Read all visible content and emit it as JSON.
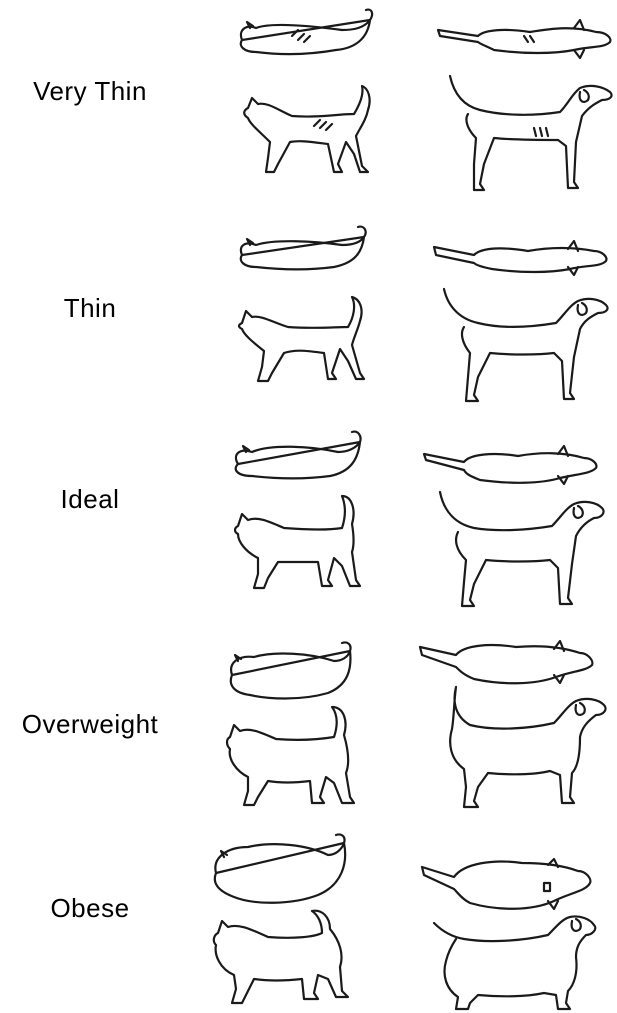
{
  "categories": [
    {
      "label": "Very Thin"
    },
    {
      "label": "Thin"
    },
    {
      "label": "Ideal"
    },
    {
      "label": "Overweight"
    },
    {
      "label": "Obese"
    }
  ]
}
